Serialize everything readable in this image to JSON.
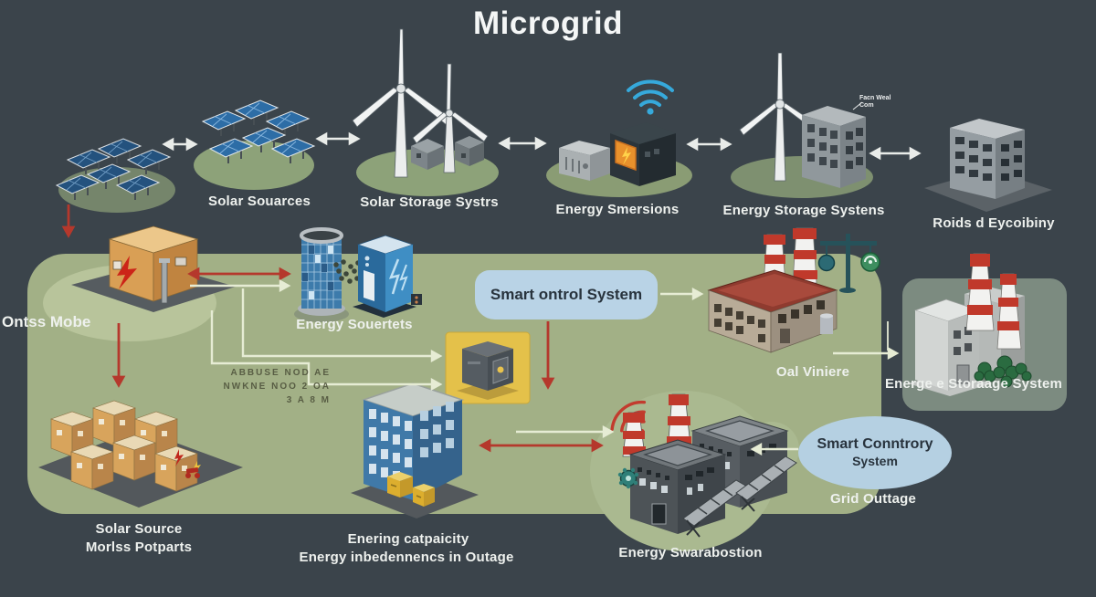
{
  "title": "Microgrid",
  "top_row": {
    "solar_sources_label": "Solar Souarces",
    "solar_storage_label": "Solar Storage Systrs",
    "energy_smersions_label": "Energy Smersions",
    "energy_storage_label": "Energy Storage Systens",
    "roids_label": "Roids d Eycoibiny",
    "wind_building_note": "Facn Weal Com"
  },
  "main_panel": {
    "home_label": "Ontss Mobe",
    "energy_sources_label": "Energy Souertets",
    "smart_control_label": "Smart ontrol System",
    "factory_label": "Oal Viniere",
    "garbled_note_lines": [
      "ABBUSE NOD AE",
      "NWKNE NOO 2 OA",
      "3 A 8 M"
    ]
  },
  "right_panel": {
    "storage_label": "Energe e Storaage System",
    "smart_control_line1": "Smart Conntrory",
    "smart_control_line2": "System",
    "grid_outage_label": "Grid Outtage"
  },
  "bottom_labels": {
    "solar_source_line1": "Solar Source",
    "solar_source_line2": "Morlss Potparts",
    "capacity_line1": "Enering catpaicity",
    "capacity_line2": "Energy inbedennencs in Outage",
    "substation_label": "Energy Swarabostion"
  },
  "colors": {
    "background": "#3b444b",
    "panel_green": "#a2b086",
    "bubble_blue": "#b9d3e6",
    "ellipse_blue": "#b5d0e2",
    "accent_red": "#b5382c",
    "pale_line": "#e6ecd4",
    "yellow_box": "#e4c14a",
    "text_light": "#eef1ee",
    "text_dark": "#28333d"
  },
  "icons": [
    "solar-panel-array-icon",
    "wind-turbine-icon",
    "wifi-icon",
    "generator-icon",
    "power-device-icon",
    "office-building-icon",
    "tall-building-icon",
    "house-icon",
    "glass-tower-icon",
    "battery-server-icon",
    "red-factory-icon",
    "balance-meter-icon",
    "safe-box-icon",
    "houses-cluster-icon",
    "apartment-building-icon",
    "dark-factory-icon",
    "red-wifi-icon",
    "gear-icon",
    "power-plant-icon",
    "trees-icon"
  ]
}
